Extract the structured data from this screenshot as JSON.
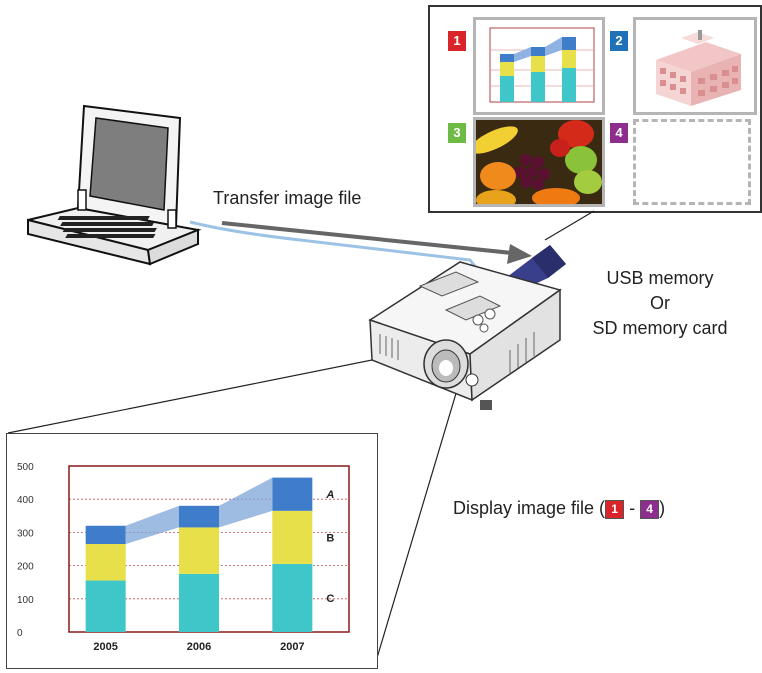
{
  "labels": {
    "transfer": "Transfer image file",
    "usb_line1": "USB memory",
    "usb_line2": "Or",
    "usb_line3": "SD memory card",
    "display_prefix": "Display image file (",
    "display_dash": " - ",
    "display_suffix": ")"
  },
  "badges": [
    {
      "num": "1",
      "color": "#d9252a"
    },
    {
      "num": "2",
      "color": "#1f72b8"
    },
    {
      "num": "3",
      "color": "#6dbb45"
    },
    {
      "num": "4",
      "color": "#8d2e8f"
    }
  ],
  "chart_data": {
    "type": "bar",
    "categories": [
      "2005",
      "2006",
      "2007"
    ],
    "series": [
      {
        "name": "C",
        "values": [
          155,
          175,
          205
        ]
      },
      {
        "name": "B",
        "values": [
          110,
          140,
          160
        ]
      },
      {
        "name": "A",
        "values": [
          55,
          65,
          100
        ]
      }
    ],
    "yticks": [
      "0",
      "100",
      "200",
      "300",
      "400",
      "500"
    ],
    "ylim": [
      0,
      500
    ],
    "colors": {
      "C": "#3ec6c8",
      "B": "#e8e04a",
      "A": "#3f7cc9",
      "frame": "#8b1a1a"
    }
  }
}
